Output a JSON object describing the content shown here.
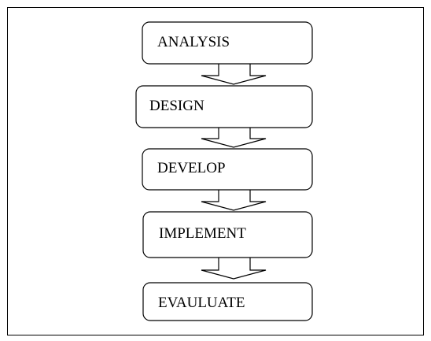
{
  "diagram": {
    "stages": [
      {
        "label": "ANALYSIS"
      },
      {
        "label": "DESIGN"
      },
      {
        "label": "DEVELOP"
      },
      {
        "label": "IMPLEMENT"
      },
      {
        "label": "EVAULUATE"
      }
    ]
  }
}
